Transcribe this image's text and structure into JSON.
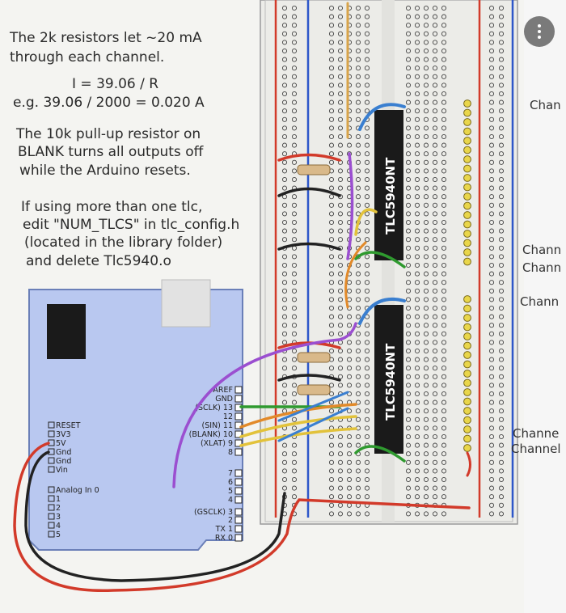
{
  "notes": {
    "line1": "The 2k resistors let ~20 mA",
    "line2": "through each channel.",
    "line3": "I = 39.06 / R",
    "line4": "e.g. 39.06 / 2000 = 0.020 A",
    "line5": "The 10k pull-up resistor on",
    "line6": "BLANK turns all outputs off",
    "line7": "while the Arduino resets.",
    "line8": "If using more than one tlc,",
    "line9": "edit \"NUM_TLCS\" in tlc_config.h",
    "line10": "(located in the library folder)",
    "line11": "and delete Tlc5940.o"
  },
  "chips": {
    "top": "TLC5940NT",
    "bottom": "TLC5940NT"
  },
  "arduino": {
    "left_pins": [
      "RESET",
      "3V3",
      "5V",
      "Gnd",
      "Gnd",
      "Vin"
    ],
    "analog_label": "Analog In 0",
    "analog_pins": [
      "1",
      "2",
      "3",
      "4",
      "5"
    ],
    "right_labels": {
      "aref": "AREF",
      "gnd": "GND",
      "sclk": "(SCLK) 13",
      "p12": "12",
      "sin": "(SIN) 11",
      "blank": "(BLANK) 10",
      "xlat": "(XLAT)  9",
      "p8": "8",
      "p7": "7",
      "p6": "6",
      "p5": "5",
      "p4": "4",
      "gsclk": "(GSCLK)  3",
      "p2": "2",
      "tx": "TX 1",
      "rx": "RX 0"
    }
  },
  "right_labels": [
    "Chan",
    "Chann",
    "Chann",
    "Chann",
    "Channe",
    "Channel"
  ],
  "colors": {
    "board": "#b9c8f0",
    "chip": "#1a1a1a",
    "red_wire": "#d23a2a",
    "black_wire": "#222222",
    "purple_wire": "#9b4fd0",
    "green_wire": "#2f9a2f",
    "blue_wire": "#3a7fd0",
    "yellow_wire": "#e2c23a",
    "orange_wire": "#e28a2a",
    "led": "#e9d64a"
  },
  "icons": {
    "menu": "more-vertical-icon"
  }
}
